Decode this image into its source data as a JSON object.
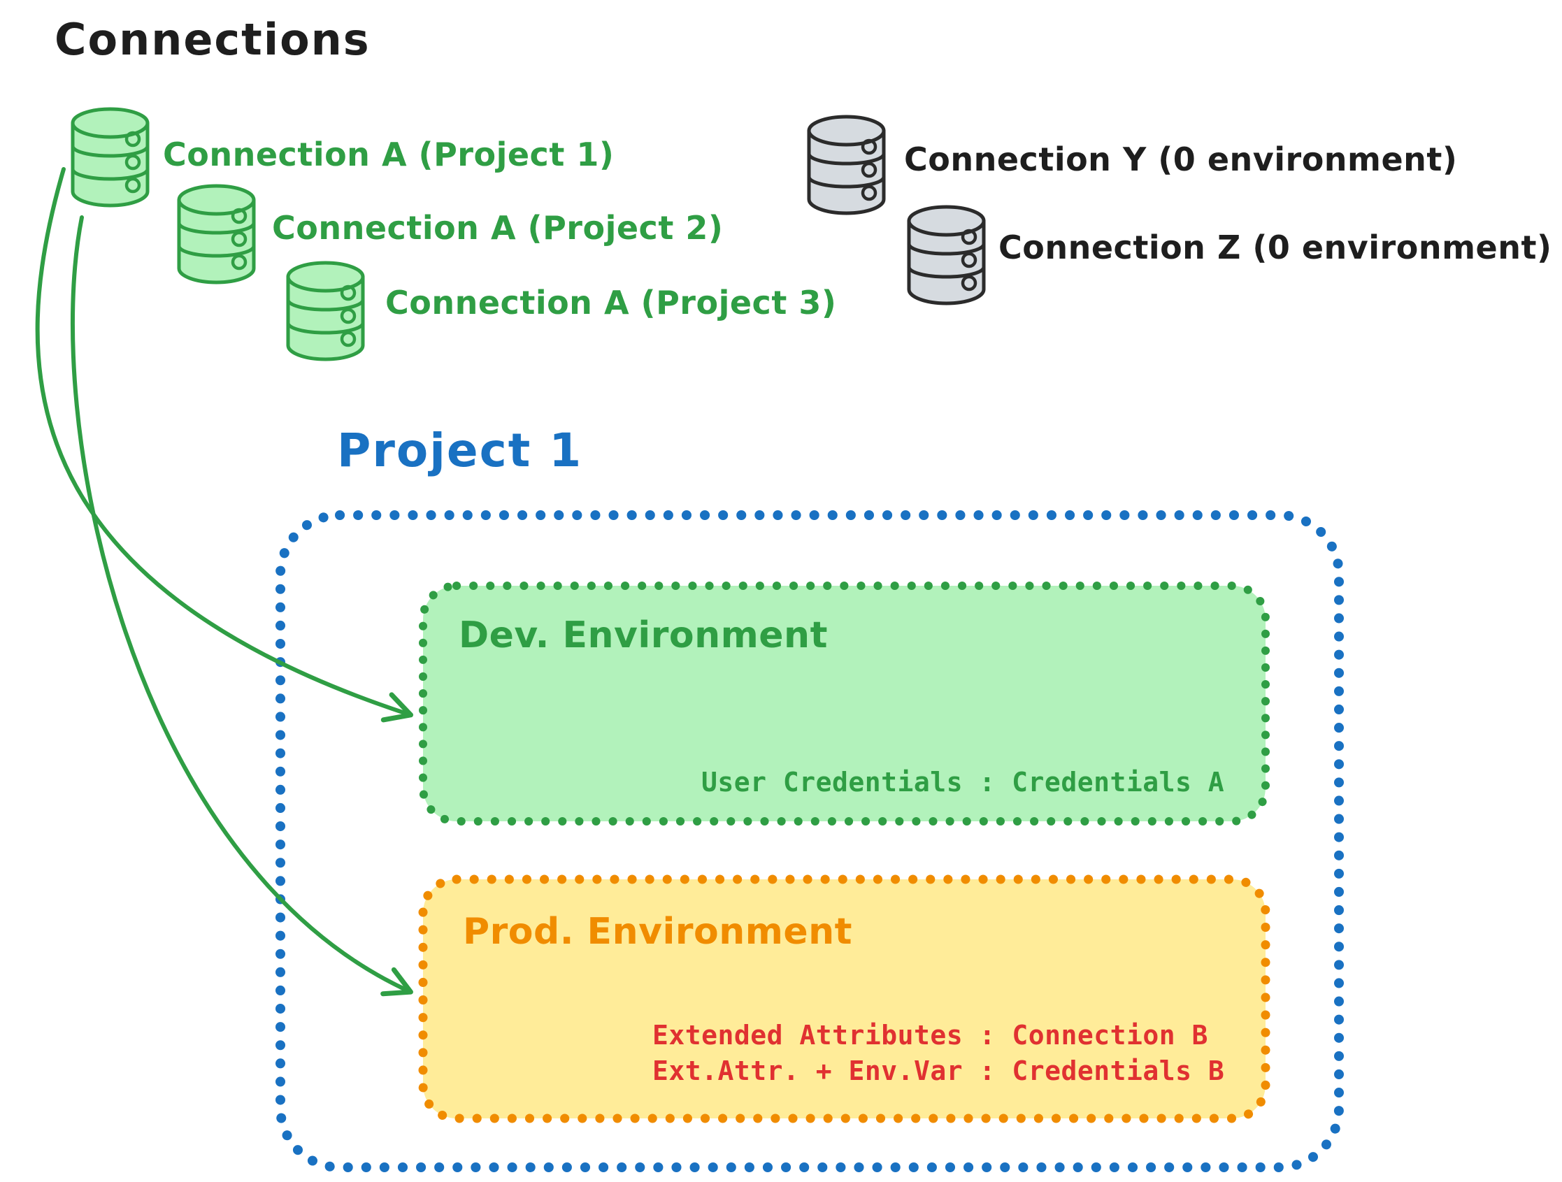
{
  "title": "Connections",
  "colors": {
    "black": "#1e1e1e",
    "green_stroke": "#2f9e44",
    "green_fill": "#b2f2bb",
    "gray_fill": "#d6dbe0",
    "blue": "#1971c2",
    "orange_stroke": "#f08c00",
    "orange_fill": "#ffec99",
    "red": "#e03131"
  },
  "connections": {
    "project_scoped": [
      {
        "label": "Connection A (Project 1)"
      },
      {
        "label": "Connection A (Project 2)"
      },
      {
        "label": "Connection A (Project 3)"
      }
    ],
    "unassigned": [
      {
        "label": "Connection Y (0 environment)"
      },
      {
        "label": "Connection Z (0 environment)"
      }
    ]
  },
  "project": {
    "title": "Project 1",
    "environments": [
      {
        "name": "Dev. Environment",
        "mappings": [
          "User Credentials : Credentials A"
        ]
      },
      {
        "name": "Prod. Environment",
        "mappings": [
          "Extended Attributes : Connection B",
          "Ext.Attr. + Env.Var : Credentials B"
        ]
      }
    ]
  }
}
